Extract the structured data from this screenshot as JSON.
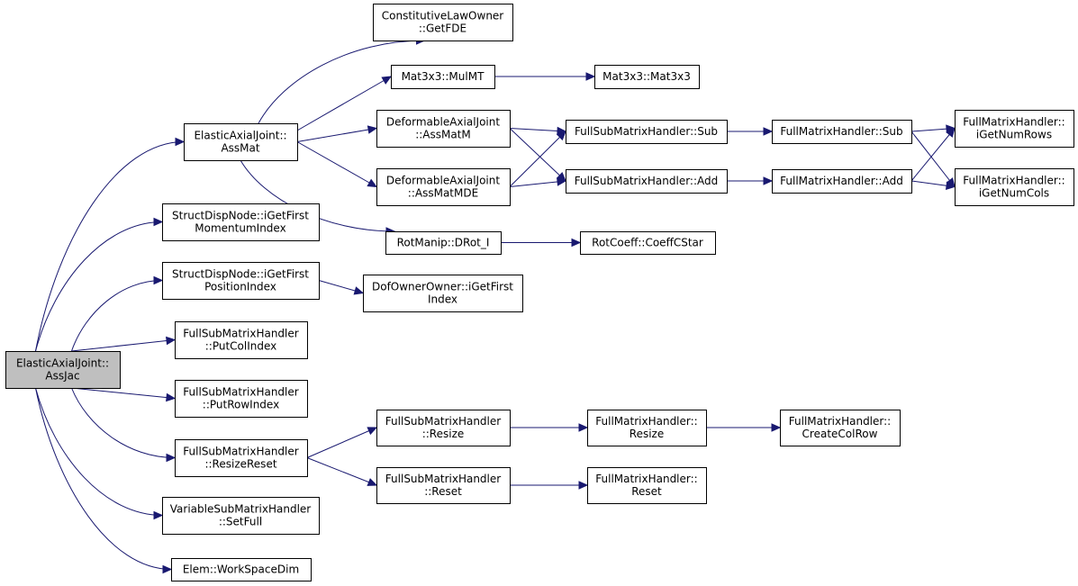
{
  "colors": {
    "edge": "#191970",
    "root_fill": "#bfbfbf",
    "node_fill": "#ffffff",
    "node_border": "#000000"
  },
  "nodes": {
    "n_assjac": {
      "lines": [
        "ElasticAxialJoint::",
        "AssJac"
      ]
    },
    "n_assmat": {
      "lines": [
        "ElasticAxialJoint::",
        "AssMat"
      ]
    },
    "n_getfde": {
      "lines": [
        "ConstitutiveLawOwner",
        "::GetFDE"
      ]
    },
    "n_mulmt": {
      "lines": [
        "Mat3x3::MulMT"
      ]
    },
    "n_mat3x3": {
      "lines": [
        "Mat3x3::Mat3x3"
      ]
    },
    "n_dajm": {
      "lines": [
        "DeformableAxialJoint",
        "::AssMatM"
      ]
    },
    "n_dajmde": {
      "lines": [
        "DeformableAxialJoint",
        "::AssMatMDE"
      ]
    },
    "n_fsmhsub": {
      "lines": [
        "FullSubMatrixHandler::Sub"
      ]
    },
    "n_fsmhadd": {
      "lines": [
        "FullSubMatrixHandler::Add"
      ]
    },
    "n_fmhsub": {
      "lines": [
        "FullMatrixHandler::Sub"
      ]
    },
    "n_fmhadd": {
      "lines": [
        "FullMatrixHandler::Add"
      ]
    },
    "n_rows": {
      "lines": [
        "FullMatrixHandler::",
        "iGetNumRows"
      ]
    },
    "n_cols": {
      "lines": [
        "FullMatrixHandler::",
        "iGetNumCols"
      ]
    },
    "n_drot": {
      "lines": [
        "RotManip::DRot_I"
      ]
    },
    "n_coeff": {
      "lines": [
        "RotCoeff::CoeffCStar"
      ]
    },
    "n_sdnmom": {
      "lines": [
        "StructDispNode::iGetFirst",
        "MomentumIndex"
      ]
    },
    "n_sdnpos": {
      "lines": [
        "StructDispNode::iGetFirst",
        "PositionIndex"
      ]
    },
    "n_dof": {
      "lines": [
        "DofOwnerOwner::iGetFirst",
        "Index"
      ]
    },
    "n_putcol": {
      "lines": [
        "FullSubMatrixHandler",
        "::PutColIndex"
      ]
    },
    "n_putrow": {
      "lines": [
        "FullSubMatrixHandler",
        "::PutRowIndex"
      ]
    },
    "n_rsreset": {
      "lines": [
        "FullSubMatrixHandler",
        "::ResizeReset"
      ]
    },
    "n_fsmhres": {
      "lines": [
        "FullSubMatrixHandler",
        "::Resize"
      ]
    },
    "n_fmhres": {
      "lines": [
        "FullMatrixHandler::",
        "Resize"
      ]
    },
    "n_ccr": {
      "lines": [
        "FullMatrixHandler::",
        "CreateColRow"
      ]
    },
    "n_fsmhrst": {
      "lines": [
        "FullSubMatrixHandler",
        "::Reset"
      ]
    },
    "n_fmhrst": {
      "lines": [
        "FullMatrixHandler::",
        "Reset"
      ]
    },
    "n_setfull": {
      "lines": [
        "VariableSubMatrixHandler",
        "::SetFull"
      ]
    },
    "n_ws": {
      "lines": [
        "Elem::WorkSpaceDim"
      ]
    }
  },
  "edges": [
    [
      "n_assjac",
      "n_assmat"
    ],
    [
      "n_assjac",
      "n_sdnmom"
    ],
    [
      "n_assjac",
      "n_sdnpos"
    ],
    [
      "n_assjac",
      "n_putcol"
    ],
    [
      "n_assjac",
      "n_putrow"
    ],
    [
      "n_assjac",
      "n_rsreset"
    ],
    [
      "n_assjac",
      "n_setfull"
    ],
    [
      "n_assjac",
      "n_ws"
    ],
    [
      "n_assmat",
      "n_getfde"
    ],
    [
      "n_assmat",
      "n_mulmt"
    ],
    [
      "n_assmat",
      "n_dajm"
    ],
    [
      "n_assmat",
      "n_dajmde"
    ],
    [
      "n_assmat",
      "n_drot"
    ],
    [
      "n_mulmt",
      "n_mat3x3"
    ],
    [
      "n_dajm",
      "n_fsmhsub"
    ],
    [
      "n_dajm",
      "n_fsmhadd"
    ],
    [
      "n_dajmde",
      "n_fsmhsub"
    ],
    [
      "n_dajmde",
      "n_fsmhadd"
    ],
    [
      "n_fsmhsub",
      "n_fmhsub"
    ],
    [
      "n_fsmhadd",
      "n_fmhadd"
    ],
    [
      "n_fmhsub",
      "n_rows"
    ],
    [
      "n_fmhsub",
      "n_cols"
    ],
    [
      "n_fmhadd",
      "n_rows"
    ],
    [
      "n_fmhadd",
      "n_cols"
    ],
    [
      "n_drot",
      "n_coeff"
    ],
    [
      "n_sdnpos",
      "n_dof"
    ],
    [
      "n_rsreset",
      "n_fsmhres"
    ],
    [
      "n_rsreset",
      "n_fsmhrst"
    ],
    [
      "n_fsmhres",
      "n_fmhres"
    ],
    [
      "n_fmhres",
      "n_ccr"
    ],
    [
      "n_fsmhrst",
      "n_fmhrst"
    ]
  ]
}
